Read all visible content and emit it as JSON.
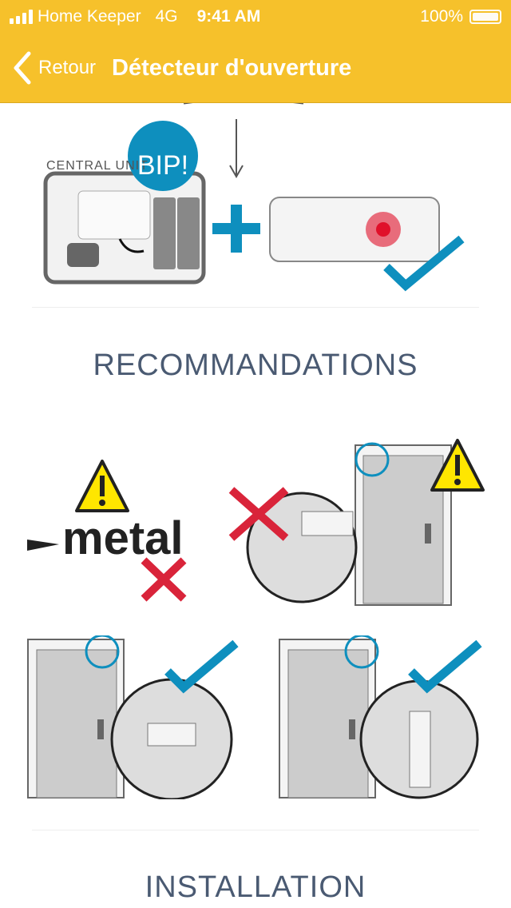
{
  "status_bar": {
    "carrier": "Home Keeper",
    "network": "4G",
    "time": "9:41 AM",
    "battery": "100%"
  },
  "nav": {
    "back_label": "Retour",
    "title": "Détecteur d'ouverture"
  },
  "pairing": {
    "central_unit_label": "CENTRAL UNIT",
    "bip_label": "BIP!"
  },
  "sections": {
    "recommendations": "RECOMMANDATIONS",
    "installation": "INSTALLATION"
  },
  "metal_logo": "metal",
  "colors": {
    "header": "#F6C12B",
    "accent": "#0E8FBE",
    "error": "#D9243A",
    "warning": "#FFE600"
  }
}
